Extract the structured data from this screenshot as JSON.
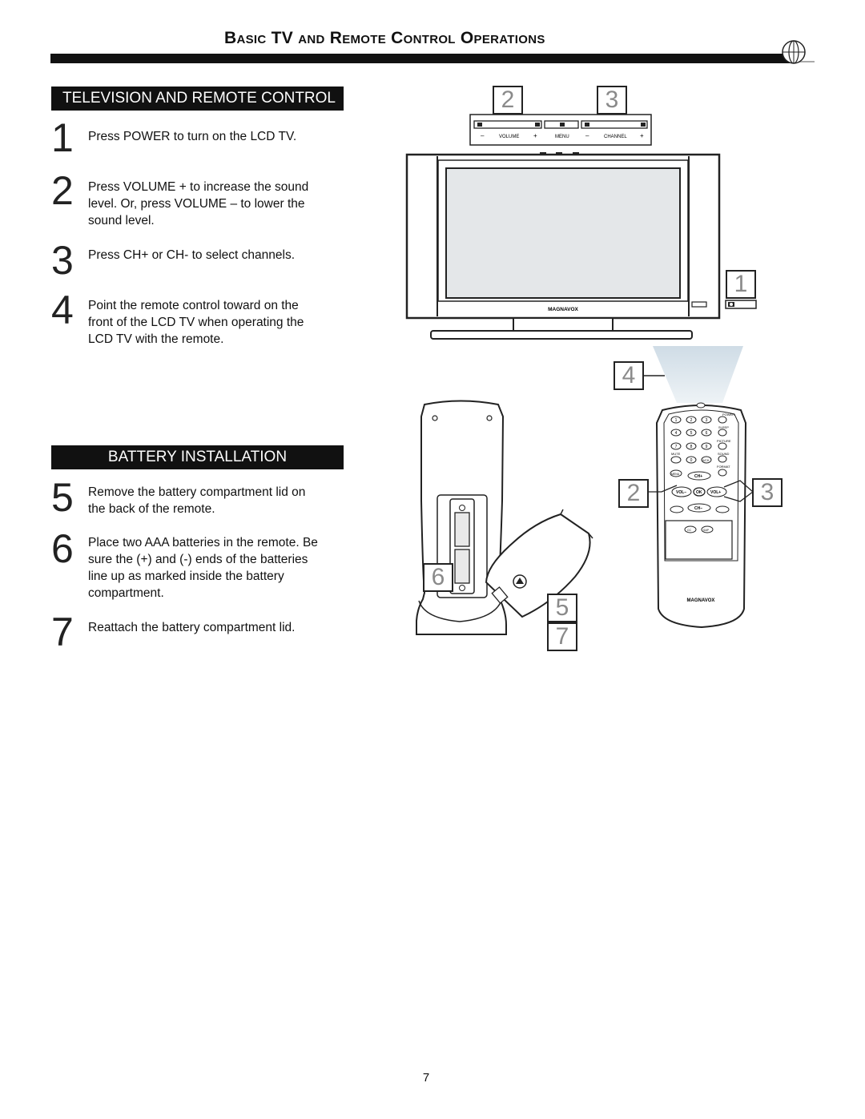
{
  "header": {
    "title": "Basic TV and Remote Control Operations"
  },
  "sections": {
    "tv_remote": {
      "title": "TELEVISION AND REMOTE CONTROL",
      "steps": [
        {
          "num": "1",
          "text": "Press POWER to turn on the LCD TV."
        },
        {
          "num": "2",
          "text": "Press VOLUME + to increase the sound level. Or, press VOLUME – to lower the sound level."
        },
        {
          "num": "3",
          "text": "Press CH+ or CH- to select channels."
        },
        {
          "num": "4",
          "text": "Point the remote control toward on the front of the LCD TV when operating the LCD TV with the remote."
        }
      ]
    },
    "battery": {
      "title": "BATTERY INSTALLATION",
      "steps": [
        {
          "num": "5",
          "text": "Remove the battery compartment lid on the back of the remote."
        },
        {
          "num": "6",
          "text": "Place two AAA batteries in the remote. Be sure the (+) and (-) ends of the batteries line up as marked inside the battery compartment."
        },
        {
          "num": "7",
          "text": "Reattach the battery compartment lid."
        }
      ]
    }
  },
  "illustration": {
    "callouts": [
      "2",
      "3",
      "1",
      "4",
      "2",
      "3",
      "6",
      "5",
      "7"
    ],
    "tv_top_panel": {
      "volume_label": "VOLUME",
      "menu_label": "MENU",
      "channel_label": "CHANNEL",
      "minus": "–",
      "plus": "+"
    },
    "tv_brand": "MAGNAVOX",
    "remote_brand": "MAGNAVOX",
    "remote_buttons": {
      "power": "POWER",
      "sleep": "SLEEP",
      "picture": "PICTURE",
      "sound": "SOUND",
      "format": "FORMAT",
      "mute": "MUTE",
      "menu": "MENU",
      "ch_up": "CH+",
      "ch_down": "CH–",
      "vol_down": "VOL–",
      "vol_up": "VOL+",
      "ok": "OK",
      "av": "A/CH",
      "cc": "CC",
      "sap": "SAP",
      "digits": [
        "1",
        "2",
        "3",
        "4",
        "5",
        "6",
        "7",
        "8",
        "9",
        "0"
      ]
    }
  },
  "page_number": "7"
}
